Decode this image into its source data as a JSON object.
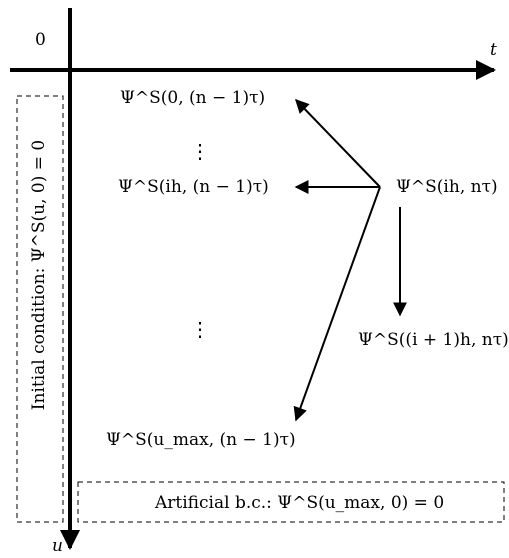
{
  "origin_label": "0",
  "axes": {
    "t_label": "t",
    "u_label": "u"
  },
  "nodes": {
    "top": "Ψ^S(0, (n − 1)τ)",
    "mid": "Ψ^S(ih, (n − 1)τ)",
    "bottom": "Ψ^S(u_max, (n − 1)τ)",
    "current": "Ψ^S(ih, nτ)",
    "next": "Ψ^S((i + 1)h, nτ)"
  },
  "ellipsis": "⋮",
  "initial_condition": "Initial condition: Ψ^S(u, 0) = 0",
  "boundary_condition": "Artificial b.c.: Ψ^S(u_max, 0) = 0"
}
